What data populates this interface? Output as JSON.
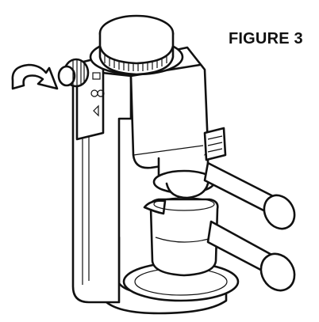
{
  "figure": {
    "caption": "FIGURE 3",
    "ink_color": "#111111",
    "paper_color": "#ffffff",
    "parts": {
      "control_knob": "steam-control-knob",
      "rotation_arrow": "clockwise-rotation-arrow",
      "indicator_icons": [
        "indicator-icon-1",
        "indicator-icon-2",
        "power-icon"
      ]
    }
  }
}
